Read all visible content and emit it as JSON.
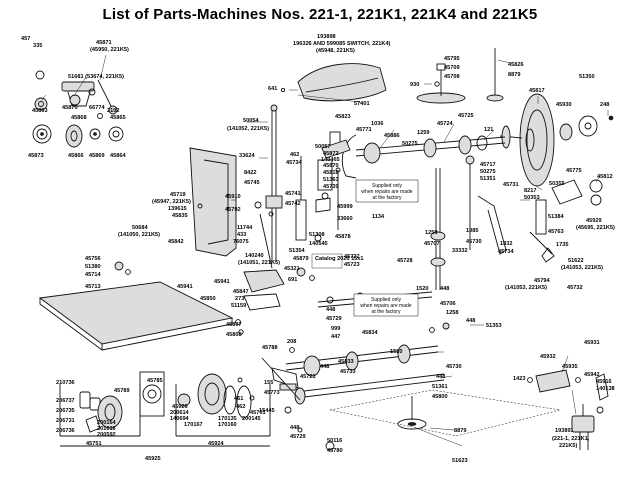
{
  "title": "List of Parts-Machines Nos. 221-1, 221K1, 221K4 and 221K5",
  "notes": {
    "left_top": "Supplied only when repairs are made at the factory",
    "lower_mid": "Supplied only when repairs are made at the factory",
    "catalog": "Catalog 2020 15x1"
  },
  "labels": [
    {
      "id": "457",
      "text": "457"
    },
    {
      "id": "335",
      "text": "335"
    },
    {
      "id": "45871",
      "text": "45871"
    },
    {
      "id": "45871b",
      "text": "(45950, 221K5)"
    },
    {
      "id": "51681",
      "text": "51681 (53674, 221K5)"
    },
    {
      "id": "45863",
      "text": "45863"
    },
    {
      "id": "45870",
      "text": "45870"
    },
    {
      "id": "66774",
      "text": "66774"
    },
    {
      "id": "2102",
      "text": "2102"
    },
    {
      "id": "45868",
      "text": "45868"
    },
    {
      "id": "45865",
      "text": "45865"
    },
    {
      "id": "45873",
      "text": "45873"
    },
    {
      "id": "45866",
      "text": "45866"
    },
    {
      "id": "45869",
      "text": "45869"
    },
    {
      "id": "45864",
      "text": "45864"
    },
    {
      "id": "193898",
      "text": "193898"
    },
    {
      "id": "196326",
      "text": "196326 AND 599085 SWITCH, 221K4)"
    },
    {
      "id": "45948",
      "text": "(45948, 221K5)"
    },
    {
      "id": "641",
      "text": "641"
    },
    {
      "id": "57401",
      "text": "57401"
    },
    {
      "id": "45795",
      "text": "45795"
    },
    {
      "id": "45709",
      "text": "45709"
    },
    {
      "id": "45708",
      "text": "45708"
    },
    {
      "id": "930",
      "text": "930"
    },
    {
      "id": "45826",
      "text": "45826"
    },
    {
      "id": "8879a",
      "text": "8879"
    },
    {
      "id": "45817",
      "text": "45817"
    },
    {
      "id": "51350",
      "text": "51350"
    },
    {
      "id": "45930",
      "text": "45930"
    },
    {
      "id": "248",
      "text": "248"
    },
    {
      "id": "50054",
      "text": "50054"
    },
    {
      "id": "141052",
      "text": "(141052, 221K5)"
    },
    {
      "id": "45823",
      "text": "45823"
    },
    {
      "id": "45771",
      "text": "45771"
    },
    {
      "id": "1036",
      "text": "1036"
    },
    {
      "id": "45886",
      "text": "45886"
    },
    {
      "id": "1259a",
      "text": "1259"
    },
    {
      "id": "45724",
      "text": "45724"
    },
    {
      "id": "45725",
      "text": "45725"
    },
    {
      "id": "121",
      "text": "121"
    },
    {
      "id": "50057",
      "text": "50057"
    },
    {
      "id": "45872",
      "text": "45872"
    },
    {
      "id": "140465",
      "text": "140465"
    },
    {
      "id": "45870b",
      "text": "45870"
    },
    {
      "id": "45818",
      "text": "45818"
    },
    {
      "id": "51363",
      "text": "51363"
    },
    {
      "id": "45739",
      "text": "45739"
    },
    {
      "id": "50275a",
      "text": "50275"
    },
    {
      "id": "45717",
      "text": "45717"
    },
    {
      "id": "50275b",
      "text": "50275"
    },
    {
      "id": "51351",
      "text": "51351"
    },
    {
      "id": "33624",
      "text": "33624"
    },
    {
      "id": "462",
      "text": "462"
    },
    {
      "id": "45734",
      "text": "45734"
    },
    {
      "id": "8422",
      "text": "8422"
    },
    {
      "id": "45745",
      "text": "45745"
    },
    {
      "id": "45741",
      "text": "45741"
    },
    {
      "id": "45742",
      "text": "45742"
    },
    {
      "id": "45999",
      "text": "45999"
    },
    {
      "id": "33660",
      "text": "33660"
    },
    {
      "id": "1134",
      "text": "1134"
    },
    {
      "id": "45731",
      "text": "45731"
    },
    {
      "id": "8217",
      "text": "8217"
    },
    {
      "id": "50353",
      "text": "50353"
    },
    {
      "id": "51384",
      "text": "51384"
    },
    {
      "id": "50355",
      "text": "50355"
    },
    {
      "id": "45775",
      "text": "45775"
    },
    {
      "id": "45812",
      "text": "45812"
    },
    {
      "id": "45719",
      "text": "45719"
    },
    {
      "id": "45947",
      "text": "(45947, 221K5)"
    },
    {
      "id": "45910",
      "text": "45910"
    },
    {
      "id": "45792",
      "text": "45792"
    },
    {
      "id": "139615",
      "text": "139615"
    },
    {
      "id": "45835",
      "text": "45835"
    },
    {
      "id": "50684",
      "text": "50684"
    },
    {
      "id": "141050",
      "text": "(141050, 221K5)"
    },
    {
      "id": "45842",
      "text": "45842"
    },
    {
      "id": "11744",
      "text": "11744"
    },
    {
      "id": "433",
      "text": "433"
    },
    {
      "id": "76075",
      "text": "76075"
    },
    {
      "id": "51308",
      "text": "51308"
    },
    {
      "id": "140545",
      "text": "140545"
    },
    {
      "id": "45878",
      "text": "45878"
    },
    {
      "id": "1259b",
      "text": "1259"
    },
    {
      "id": "45707",
      "text": "45707"
    },
    {
      "id": "1085",
      "text": "1085"
    },
    {
      "id": "45730",
      "text": "45730"
    },
    {
      "id": "1832",
      "text": "1832"
    },
    {
      "id": "45734b",
      "text": "45734"
    },
    {
      "id": "45763",
      "text": "45763"
    },
    {
      "id": "45929",
      "text": "45929"
    },
    {
      "id": "45695",
      "text": "(45695, 221K5)"
    },
    {
      "id": "140240",
      "text": "140240"
    },
    {
      "id": "141051",
      "text": "(141051, 221K5)"
    },
    {
      "id": "51354",
      "text": "51354"
    },
    {
      "id": "45879",
      "text": "45879"
    },
    {
      "id": "45722",
      "text": "45722"
    },
    {
      "id": "45723",
      "text": "45723"
    },
    {
      "id": "45728",
      "text": "45728"
    },
    {
      "id": "33332",
      "text": "33332"
    },
    {
      "id": "1735",
      "text": "1735"
    },
    {
      "id": "51622",
      "text": "51622"
    },
    {
      "id": "141053",
      "text": "(141053, 221K5)"
    },
    {
      "id": "45794",
      "text": "45794"
    },
    {
      "id": "141053b",
      "text": "(141053, 221K5)"
    },
    {
      "id": "45732",
      "text": "45732"
    },
    {
      "id": "45756",
      "text": "45756"
    },
    {
      "id": "51380",
      "text": "51380"
    },
    {
      "id": "45714",
      "text": "45714"
    },
    {
      "id": "45713",
      "text": "45713"
    },
    {
      "id": "45941",
      "text": "45941"
    },
    {
      "id": "45941b",
      "text": "45941"
    },
    {
      "id": "45850",
      "text": "45850"
    },
    {
      "id": "45321",
      "text": "45321"
    },
    {
      "id": "691",
      "text": "691"
    },
    {
      "id": "45847",
      "text": "45847"
    },
    {
      "id": "273",
      "text": "273"
    },
    {
      "id": "51159",
      "text": "51159"
    },
    {
      "id": "45807",
      "text": "45807"
    },
    {
      "id": "45808",
      "text": "45808"
    },
    {
      "id": "1520a",
      "text": "1520"
    },
    {
      "id": "448a",
      "text": "448"
    },
    {
      "id": "448b",
      "text": "448"
    },
    {
      "id": "45729a",
      "text": "45729"
    },
    {
      "id": "999",
      "text": "999"
    },
    {
      "id": "447",
      "text": "447"
    },
    {
      "id": "45834",
      "text": "45834"
    },
    {
      "id": "45706",
      "text": "45706"
    },
    {
      "id": "1258",
      "text": "1258"
    },
    {
      "id": "448c",
      "text": "448"
    },
    {
      "id": "51353",
      "text": "51353"
    },
    {
      "id": "45788",
      "text": "45788"
    },
    {
      "id": "208",
      "text": "208"
    },
    {
      "id": "448d",
      "text": "448"
    },
    {
      "id": "45833",
      "text": "45833"
    },
    {
      "id": "1520b",
      "text": "1520"
    },
    {
      "id": "45733",
      "text": "45733"
    },
    {
      "id": "45730b",
      "text": "45730"
    },
    {
      "id": "448e",
      "text": "448"
    },
    {
      "id": "45721",
      "text": "45721"
    },
    {
      "id": "155",
      "text": "155"
    },
    {
      "id": "45773",
      "text": "45773"
    },
    {
      "id": "15445",
      "text": "15445"
    },
    {
      "id": "45729b",
      "text": "45729"
    },
    {
      "id": "448f",
      "text": "448"
    },
    {
      "id": "51361",
      "text": "51361"
    },
    {
      "id": "45800",
      "text": "45800"
    },
    {
      "id": "50116",
      "text": "50116"
    },
    {
      "id": "45780",
      "text": "45780"
    },
    {
      "id": "8879b",
      "text": "8879"
    },
    {
      "id": "51623",
      "text": "51623"
    },
    {
      "id": "210736",
      "text": "210736"
    },
    {
      "id": "45789",
      "text": "45789"
    },
    {
      "id": "206737",
      "text": "206737"
    },
    {
      "id": "206735",
      "text": "206735"
    },
    {
      "id": "206731",
      "text": "206731"
    },
    {
      "id": "206736",
      "text": "206736"
    },
    {
      "id": "200164",
      "text": "200164"
    },
    {
      "id": "201016",
      "text": "201016"
    },
    {
      "id": "200592",
      "text": "200592"
    },
    {
      "id": "45785",
      "text": "45785"
    },
    {
      "id": "45926",
      "text": "45926"
    },
    {
      "id": "200614",
      "text": "200614"
    },
    {
      "id": "140694",
      "text": "140694"
    },
    {
      "id": "170167",
      "text": "170167"
    },
    {
      "id": "170135",
      "text": "170135"
    },
    {
      "id": "170160",
      "text": "170160"
    },
    {
      "id": "461",
      "text": "461"
    },
    {
      "id": "462b",
      "text": "462"
    },
    {
      "id": "45761",
      "text": "45761"
    },
    {
      "id": "200145",
      "text": "200145"
    },
    {
      "id": "45751",
      "text": "45751"
    },
    {
      "id": "45924",
      "text": "45924"
    },
    {
      "id": "45925",
      "text": "45925"
    },
    {
      "id": "45931",
      "text": "45931"
    },
    {
      "id": "45932",
      "text": "45932"
    },
    {
      "id": "45935",
      "text": "45935"
    },
    {
      "id": "1423",
      "text": "1423"
    },
    {
      "id": "45942",
      "text": "45942"
    },
    {
      "id": "45916",
      "text": "45916"
    },
    {
      "id": "140138",
      "text": "140138"
    },
    {
      "id": "193891",
      "text": "193891"
    },
    {
      "id": "193891b",
      "text": "(221-1, 221K1,"
    },
    {
      "id": "193891c",
      "text": "221K5)"
    }
  ]
}
